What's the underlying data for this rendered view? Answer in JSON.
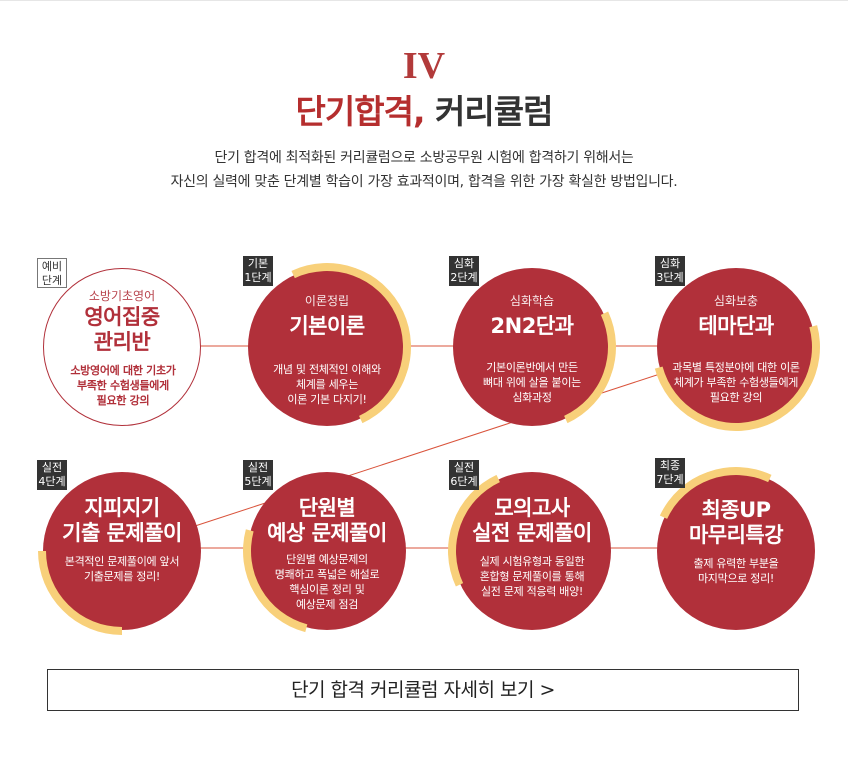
{
  "header": {
    "roman": "IV",
    "title_accent": "단기합격,",
    "title_rest": "커리큘럼",
    "desc_line1": "단기 합격에 최적화된 커리큘럼으로 소방공무원 시험에 합격하기 위해서는",
    "desc_line2": "자신의 실력에 맞춘 단계별 학습이 가장 효과적이며, 합격을 위한 가장 확실한 방법입니다."
  },
  "colors": {
    "accent": "#b1303a",
    "arc": "#f8d07a",
    "badge": "#333333"
  },
  "steps": [
    {
      "badge1": "예비",
      "badge2": "단계",
      "sub": "소방기초영어",
      "main1": "영어집중",
      "main2": "관리반",
      "body": [
        "소방영어에 대한 기초가",
        "부족한 수험생들에게",
        "필요한 강의"
      ]
    },
    {
      "badge1": "기본",
      "badge2": "1단계",
      "sub": "이론정립",
      "main1": "기본이론",
      "main2": "",
      "body": [
        "개념 및 전체적인 이해와",
        "체계를 세우는",
        "이론 기본 다지기!"
      ]
    },
    {
      "badge1": "심화",
      "badge2": "2단계",
      "sub": "심화학습",
      "main1": "2N2단과",
      "main2": "",
      "body": [
        "기본이론반에서 만든",
        "뼈대 위에 살을 붙이는",
        "심화과정"
      ]
    },
    {
      "badge1": "심화",
      "badge2": "3단계",
      "sub": "심화보충",
      "main1": "테마단과",
      "main2": "",
      "body": [
        "과목별 특정분야에 대한 이론",
        "체계가 부족한 수험생들에게",
        "필요한 강의"
      ]
    },
    {
      "badge1": "실전",
      "badge2": "4단계",
      "sub": "",
      "main1": "지피지기",
      "main2": "기출 문제풀이",
      "body": [
        "본격적인 문제풀이에 앞서",
        "기출문제를 정리!"
      ]
    },
    {
      "badge1": "실전",
      "badge2": "5단계",
      "sub": "",
      "main1": "단원별",
      "main2": "예상 문제풀이",
      "body": [
        "단원별 예상문제의",
        "명쾌하고 폭넓은 해설로",
        "핵심이론 정리 및",
        "예상문제 점검"
      ]
    },
    {
      "badge1": "실전",
      "badge2": "6단계",
      "sub": "",
      "main1": "모의고사",
      "main2": "실전 문제풀이",
      "body": [
        "실제 시험유형과 동일한",
        "혼합형 문제풀이를 통해",
        "실전 문제 적응력 배양!"
      ]
    },
    {
      "badge1": "최종",
      "badge2": "7단계",
      "sub": "",
      "main1": "최종UP",
      "main2": "마무리특강",
      "body": [
        "출제 유력한 부분을",
        "마지막으로 정리!"
      ]
    }
  ],
  "cta": {
    "label": "단기 합격 커리큘럼 자세히 보기 >"
  }
}
